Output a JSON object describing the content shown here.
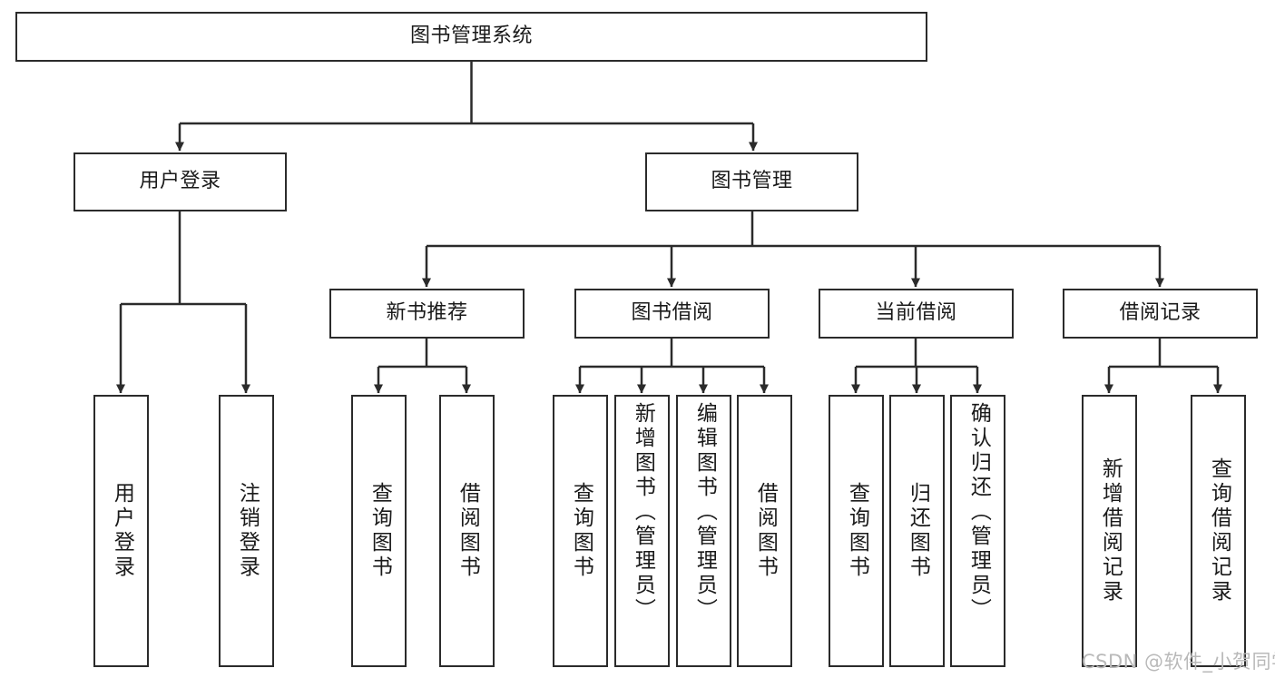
{
  "diagram": {
    "title": "图书管理系统",
    "type": "tree-hierarchy-diagram",
    "colors": {
      "stroke": "#2b2b2b",
      "fill": "#ffffff",
      "text": "#1a1a1a",
      "watermark": "#b9b9b9"
    },
    "root": {
      "label": "图书管理系统"
    },
    "level2": [
      {
        "label": "用户登录"
      },
      {
        "label": "图书管理"
      }
    ],
    "level3": [
      {
        "label": "新书推荐"
      },
      {
        "label": "图书借阅"
      },
      {
        "label": "当前借阅"
      },
      {
        "label": "借阅记录"
      }
    ],
    "leaves": {
      "user_login": [
        {
          "label": "用户登录"
        },
        {
          "label": "注销登录"
        }
      ],
      "new_book_recommend": [
        {
          "label": "查询图书"
        },
        {
          "label": "借阅图书"
        }
      ],
      "book_borrow": [
        {
          "label": "查询图书"
        },
        {
          "label": "新增图书（管理员）"
        },
        {
          "label": "编辑图书（管理员）"
        },
        {
          "label": "借阅图书"
        }
      ],
      "current_borrow": [
        {
          "label": "查询图书"
        },
        {
          "label": "归还图书"
        },
        {
          "label": "确认归还（管理员）"
        }
      ],
      "borrow_record": [
        {
          "label": "新增借阅记录"
        },
        {
          "label": "查询借阅记录"
        }
      ]
    },
    "watermark": "CSDN @软件_小贺同学"
  }
}
